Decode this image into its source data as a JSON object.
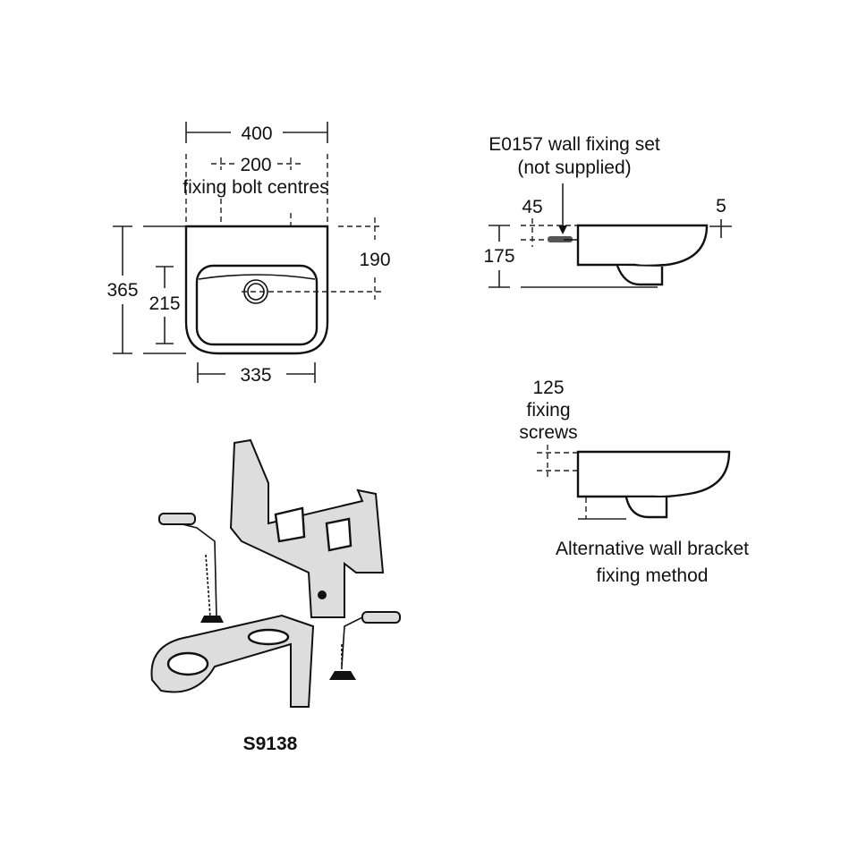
{
  "front_view": {
    "width_overall": "400",
    "bolt_centres": "200",
    "bolt_centres_label": "fixing bolt centres",
    "height_overall": "365",
    "bowl_height": "215",
    "waste_height": "190",
    "bowl_width": "335"
  },
  "side_view": {
    "fixing_set_label_line1": "E0157 wall fixing set",
    "fixing_set_label_line2": "(not supplied)",
    "bolt_offset": "45",
    "rim_offset": "5",
    "depth_height": "175"
  },
  "alternative_view": {
    "screws_line1": "125",
    "screws_line2": "fixing",
    "screws_line3": "screws",
    "caption_line1": "Alternative wall bracket",
    "caption_line2": "fixing method"
  },
  "bracket": {
    "code": "S9138"
  }
}
